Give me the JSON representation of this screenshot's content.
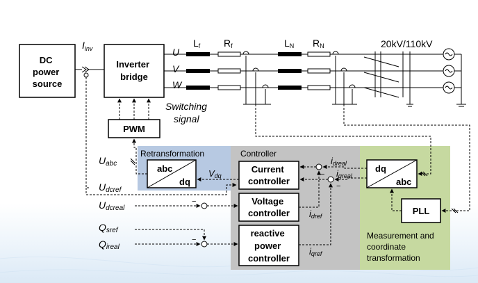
{
  "colors": {
    "retrans_bg": "#b7c9e2",
    "controller_bg": "#c3c3c3",
    "measure_bg": "#c6d9a0"
  },
  "blocks": {
    "dc_source": [
      "DC",
      "power",
      "source"
    ],
    "inverter": [
      "Inverter",
      "bridge"
    ],
    "pwm": "PWM",
    "abc_dq_top": "abc",
    "abc_dq_bottom": "dq",
    "current_ctrl": [
      "Current",
      "controller"
    ],
    "voltage_ctrl": [
      "Voltage",
      "controller"
    ],
    "reactive_ctrl": [
      "reactive",
      "power",
      "controller"
    ],
    "dq_abc_top": "dq",
    "dq_abc_bottom": "abc",
    "pll": "PLL"
  },
  "regions": {
    "retransformation": "Retransformation",
    "controller": "Controller",
    "measurement": [
      "Measurement and",
      "coordinate",
      "transformation"
    ]
  },
  "labels": {
    "I_inv": {
      "main": "I",
      "sub": "inv"
    },
    "U": "U",
    "V": "V",
    "W": "W",
    "Lf": {
      "main": "L",
      "sub": "f"
    },
    "Rf": {
      "main": "R",
      "sub": "f"
    },
    "LN": {
      "main": "L",
      "sub": "N"
    },
    "RN": {
      "main": "R",
      "sub": "N"
    },
    "transformer": "20kV/110kV",
    "switching": [
      "Switching",
      "signal"
    ],
    "U_abc": {
      "main": "U",
      "sub": "abc"
    },
    "U_dcref": {
      "main": "U",
      "sub": "dcref"
    },
    "U_dcreal": {
      "main": "U",
      "sub": "dcreal"
    },
    "Q_sref": {
      "main": "Q",
      "sub": "sref"
    },
    "Q_ireal": {
      "main": "Q",
      "sub": "ireal"
    },
    "V_dq": {
      "main": "V",
      "sub": "dq"
    },
    "i_dreal": {
      "main": "i",
      "sub": "dreal"
    },
    "i_qreal": {
      "main": "i",
      "sub": "qreal"
    },
    "i_dref": {
      "main": "i",
      "sub": "dref"
    },
    "i_qref": {
      "main": "i",
      "sub": "qref"
    },
    "minus": "−"
  }
}
